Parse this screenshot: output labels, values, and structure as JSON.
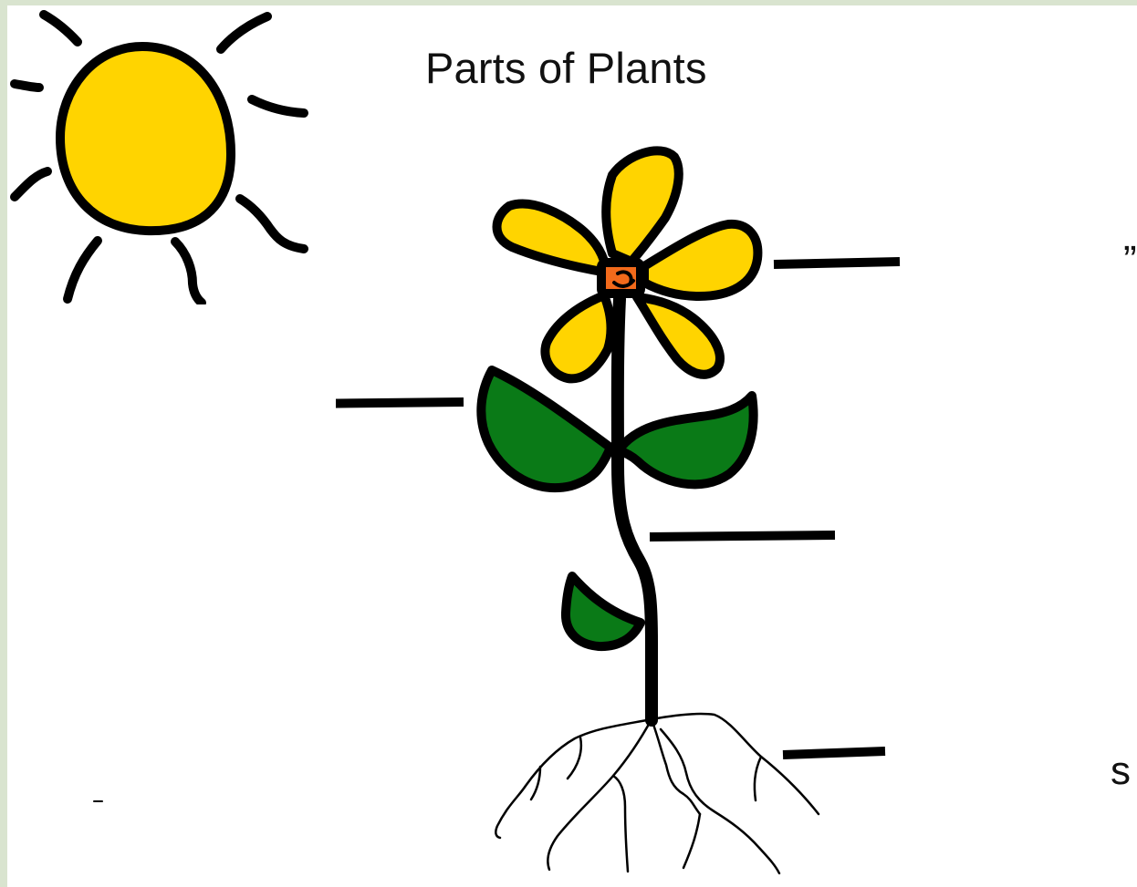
{
  "diagram": {
    "title": "Parts of Plants",
    "edge_text_top": "”",
    "edge_text_bottom": "s",
    "sun": {
      "icon": "sun-icon",
      "fill": "#ffd400"
    },
    "plant": {
      "flower": {
        "icon": "flower-icon",
        "petal_fill": "#ffd400",
        "center_fill": "#f26a1b"
      },
      "leaves": {
        "icon": "leaf-icon",
        "fill": "#0a7a17"
      },
      "stem": {
        "icon": "stem-icon"
      },
      "roots": {
        "icon": "roots-icon"
      }
    },
    "labels": {
      "blank_lines": 4
    }
  }
}
